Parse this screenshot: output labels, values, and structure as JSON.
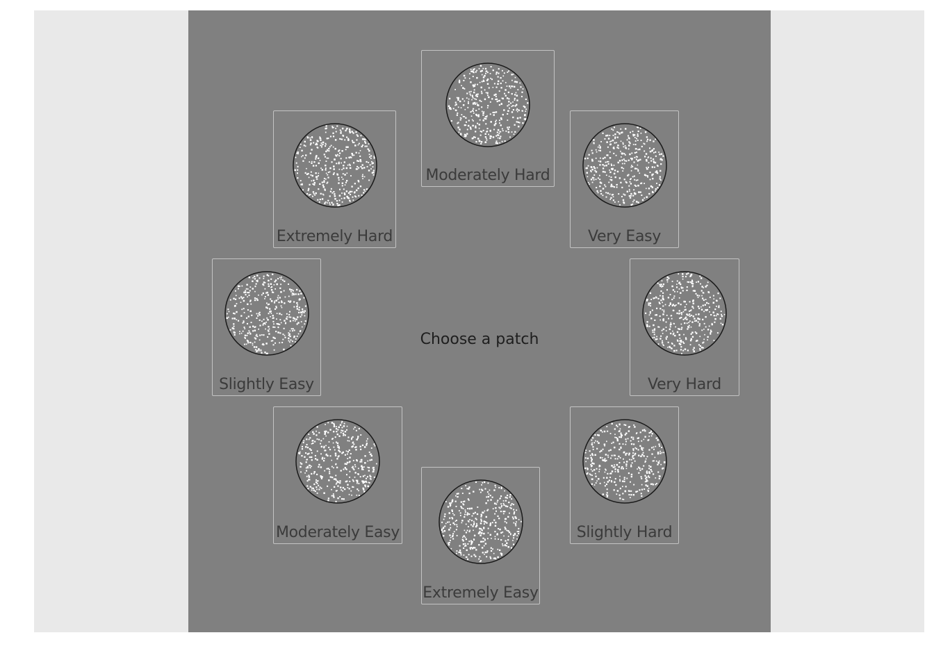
{
  "prompt": "Choose a patch",
  "colors": {
    "page_background": "#e9e9e9",
    "stage_background": "#808080",
    "patch_border": "#c4c4c4",
    "dot_color": "#ffffff",
    "circle_outline": "#1a1a1a"
  },
  "patches": [
    {
      "id": "moderately-hard",
      "label": "Moderately Hard"
    },
    {
      "id": "extremely-hard",
      "label": "Extremely Hard"
    },
    {
      "id": "very-easy",
      "label": "Very Easy"
    },
    {
      "id": "slightly-easy",
      "label": "Slightly Easy"
    },
    {
      "id": "very-hard",
      "label": "Very Hard"
    },
    {
      "id": "moderately-easy",
      "label": "Moderately Easy"
    },
    {
      "id": "slightly-hard",
      "label": "Slightly Hard"
    },
    {
      "id": "extremely-easy",
      "label": "Extremely Easy"
    }
  ]
}
